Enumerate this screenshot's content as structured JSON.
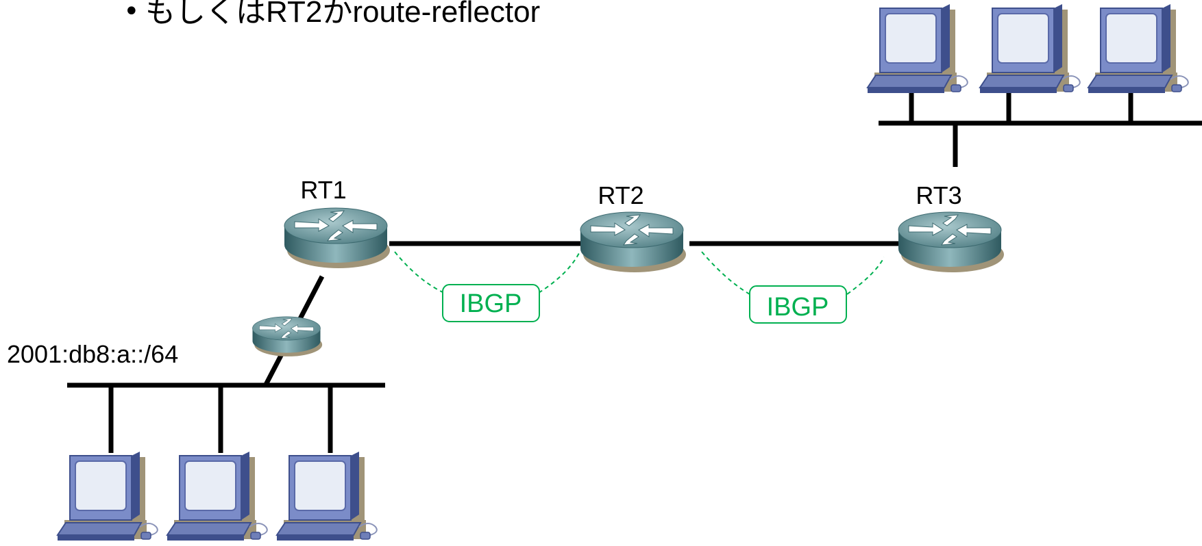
{
  "bullet": {
    "marker": "•",
    "text": "もしくはRT2かroute-reflector"
  },
  "routers": [
    {
      "id": "rt1",
      "label": "RT1"
    },
    {
      "id": "rt2",
      "label": "RT2"
    },
    {
      "id": "rt3",
      "label": "RT3"
    }
  ],
  "subnet_label": "2001:db8:a::/64",
  "sessions": [
    {
      "label": "IBGP"
    },
    {
      "label": "IBGP"
    }
  ],
  "colors": {
    "bgp": "#00b050",
    "link": "#000000",
    "router_top": "#6e9aa0",
    "router_side": "#3d6a70",
    "pc_frame": "#6f7fb8",
    "pc_screen": "#e6ecf5"
  },
  "icons": {
    "router": "router-icon",
    "pc": "computer-icon"
  }
}
